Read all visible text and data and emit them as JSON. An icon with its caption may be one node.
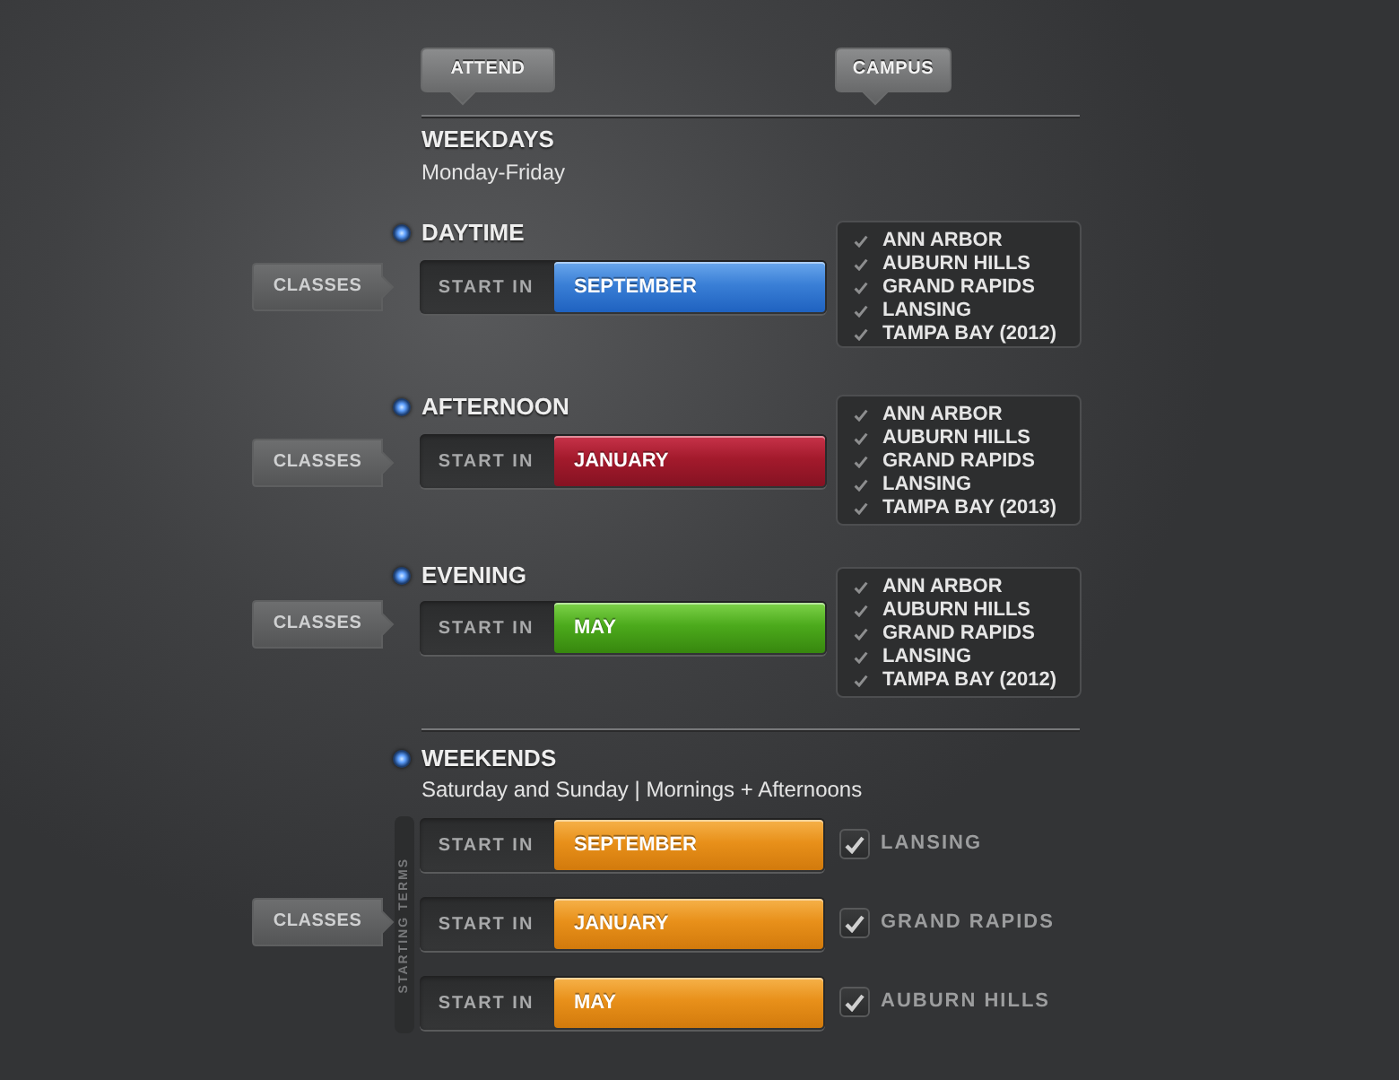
{
  "diagram": {
    "nodes": [
      {
        "text": [
          "ATTEND"
        ]
      },
      {
        "text": [
          "CAMPUS"
        ]
      },
      {
        "text": [
          "CLASSES"
        ]
      },
      {
        "text": [
          "START IN",
          "SEPTEMBER"
        ]
      },
      {
        "text": [
          "ANN ARBOR",
          "AUBURN HILLS",
          "GRAND RAPIDS",
          "LANSING",
          "TAMPA BAY (2012)"
        ]
      },
      {
        "text": [
          "CLASSES"
        ]
      },
      {
        "text": [
          "START IN",
          "JANUARY"
        ]
      },
      {
        "text": [
          "ANN ARBOR",
          "AUBURN HILLS",
          "GRAND RAPIDS",
          "LANSING",
          "TAMPA BAY (2013)"
        ]
      },
      {
        "text": [
          "CLASSES"
        ]
      },
      {
        "text": [
          "START IN",
          "MAY"
        ]
      },
      {
        "text": [
          "ANN ARBOR",
          "AUBURN HILLS",
          "GRAND RAPIDS",
          "LANSING",
          "TAMPA BAY (2012)"
        ]
      },
      {
        "text": [
          "CLASSES"
        ]
      },
      {
        "text": [
          "STARTING TERMS"
        ]
      },
      {
        "text": [
          "START IN",
          "SEPTEMBER"
        ],
        "beside": [
          "LANSING"
        ]
      },
      {
        "text": [
          "START IN",
          "JANUARY"
        ],
        "beside": [
          "GRAND RAPIDS"
        ]
      },
      {
        "text": [
          "START IN",
          "MAY"
        ],
        "beside": [
          "AUBURN HILLS"
        ]
      }
    ],
    "labels": [
      "WEEKDAYS",
      "Monday-Friday",
      "DAYTIME",
      "AFTERNOON",
      "EVENING",
      "WEEKENDS",
      "Saturday and Sunday | Mornings + Afternoons"
    ]
  }
}
